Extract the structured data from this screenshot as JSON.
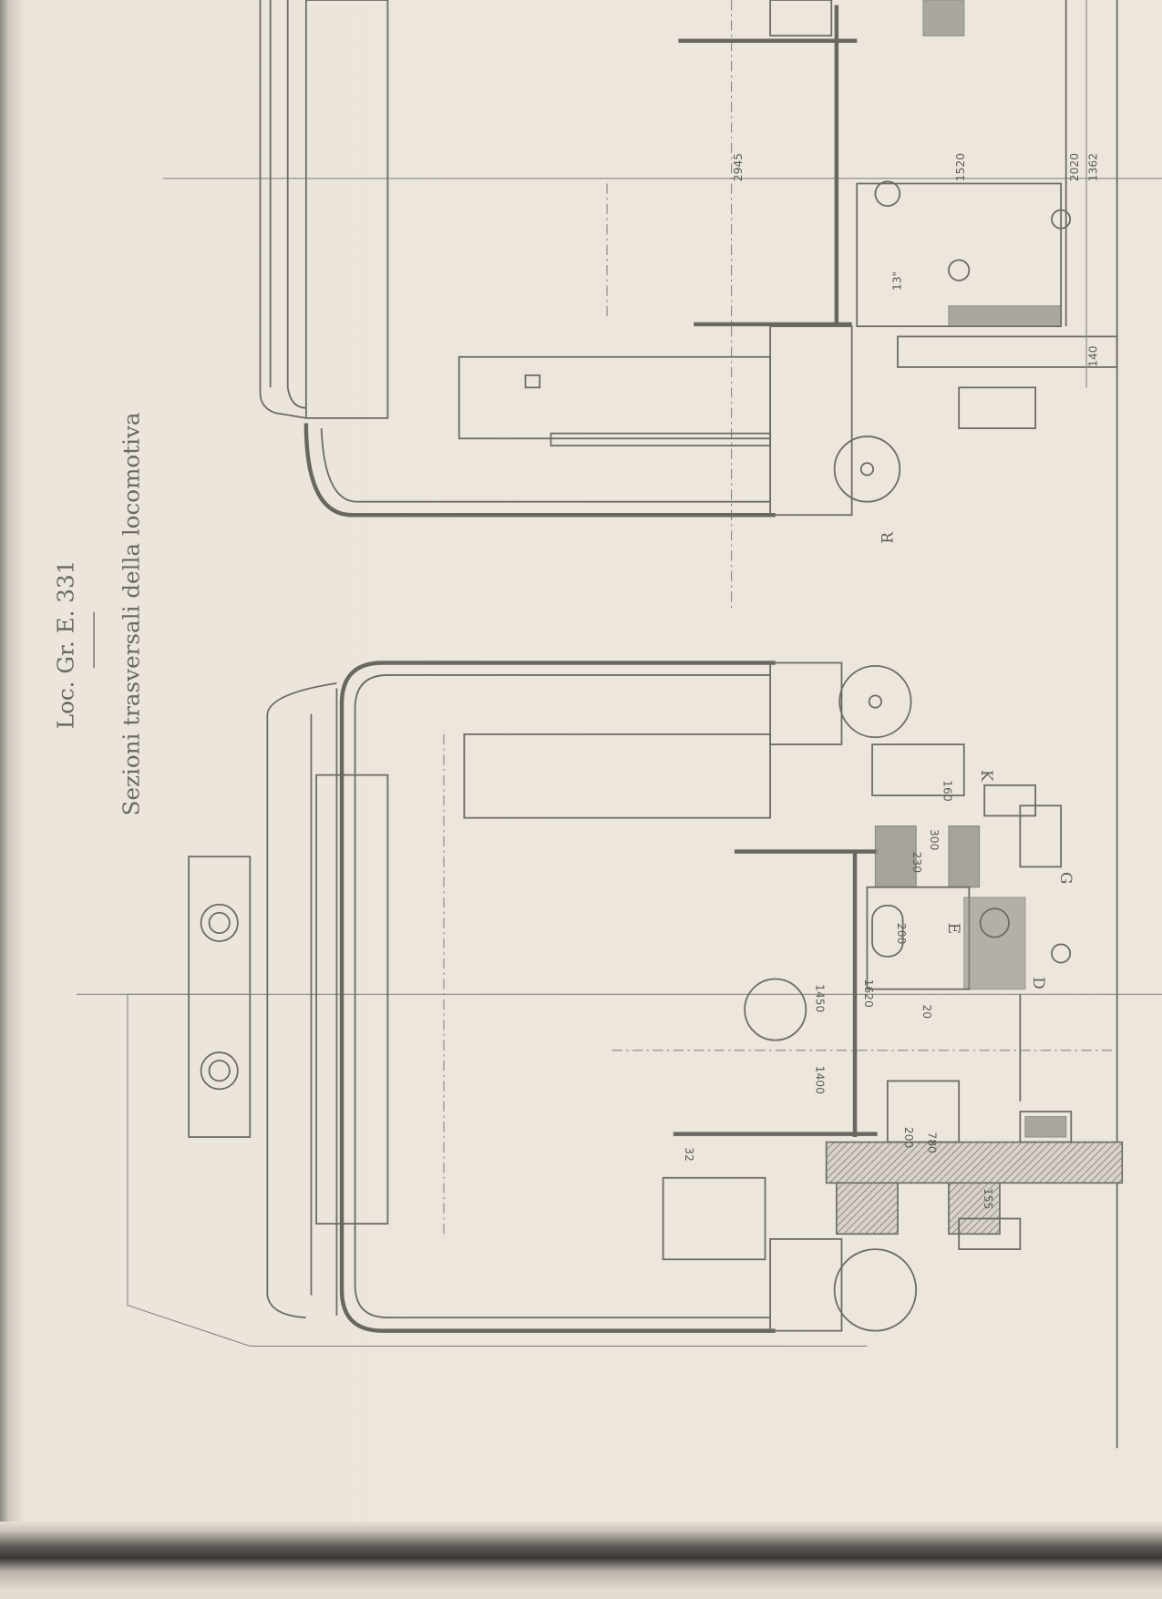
{
  "title": {
    "heading": "Loc. Gr. E. 331",
    "subtitle": "Sezioni trasversali della locomotiva"
  },
  "upper_section": {
    "dimensions": [
      "2945",
      "1520",
      "2020",
      "1362",
      "140",
      "13\""
    ],
    "letters": [
      "R"
    ]
  },
  "lower_section": {
    "dimensions": [
      "160",
      "300",
      "230",
      "200",
      "1450",
      "1620",
      "20",
      "1400",
      "32",
      "200",
      "780",
      "155"
    ],
    "letters": [
      "K",
      "E",
      "G",
      "D"
    ]
  },
  "colors": {
    "paper": "#ece6dc",
    "ink": "#6e6b66"
  }
}
